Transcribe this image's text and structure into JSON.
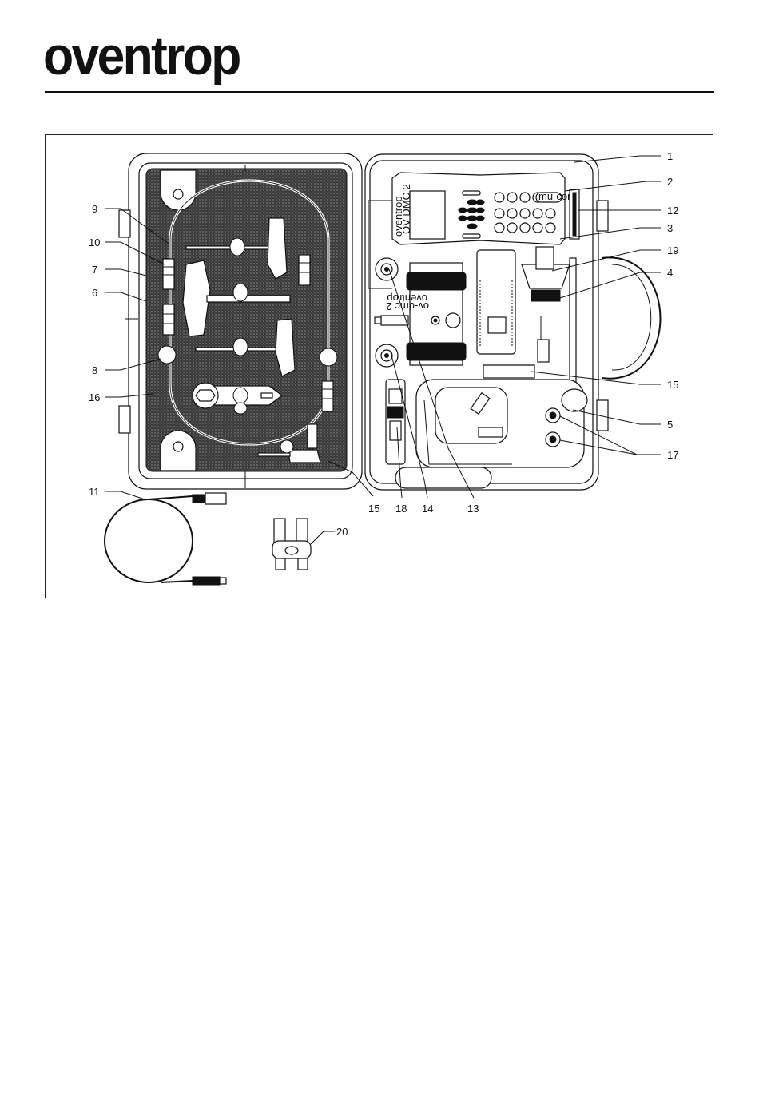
{
  "logo": {
    "text": "oventrop"
  },
  "callouts": {
    "c1": "1",
    "c2": "2",
    "c3": "3",
    "c4": "4",
    "c5": "5",
    "c6": "6",
    "c7": "7",
    "c8": "8",
    "c9": "9",
    "c10": "10",
    "c11": "11",
    "c12": "12",
    "c13": "13",
    "c14": "14",
    "c15a": "15",
    "c15b": "15",
    "c16": "16",
    "c17": "17",
    "c18": "18",
    "c19": "19",
    "c20": "20"
  },
  "device_texts": {
    "meter_brand": "oventrop",
    "meter_model": "OV-DMC 2",
    "meter_key": "mu-cons",
    "module_brand": "oventrop",
    "module_model": "ov-dmc 2"
  }
}
